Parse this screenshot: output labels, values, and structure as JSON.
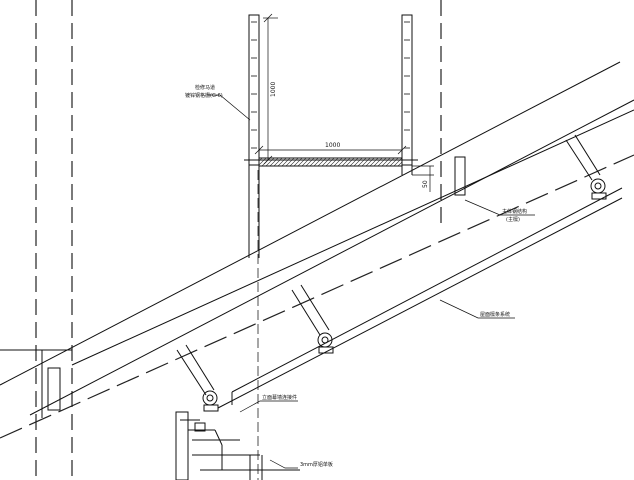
{
  "dimensions": {
    "height_value": "1000",
    "width_value": "1000",
    "offset_value": "50"
  },
  "callouts": {
    "catwalk_line1": "检修马道",
    "catwalk_line2": "镀锌钢格栅(G-6)",
    "main_structure_line1": "主体钢结构",
    "main_structure_line2": "(主檩)",
    "roof_purlin": "屋面檩条系统",
    "curtain_wall_connector": "立面幕墙连接件",
    "bottom_panel": "3mm厚铝单板"
  }
}
